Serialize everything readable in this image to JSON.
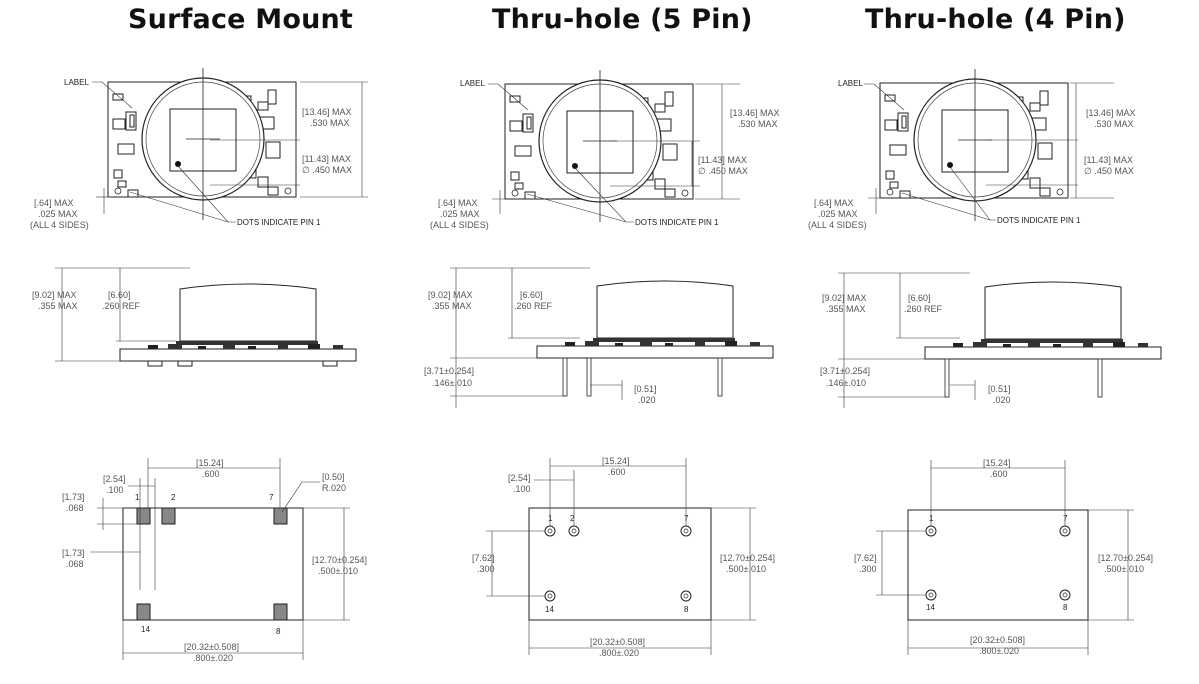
{
  "titles": [
    "Surface Mount",
    "Thru-hole (5 Pin)",
    "Thru-hole (4 Pin)"
  ],
  "top_view": {
    "label": "LABEL",
    "pin1_note": "DOTS INDICATE PIN 1",
    "height_mm": "[13.46] MAX",
    "height_in": ".530 MAX",
    "dia_mm": "[11.43] MAX",
    "dia_in": "∅ .450 MAX",
    "edge_mm": "[.64] MAX",
    "edge_in": ".025 MAX",
    "edge_note": "(ALL 4 SIDES)"
  },
  "side_view": {
    "total_mm": "[9.02] MAX",
    "total_in": ".355 MAX",
    "can_mm": "[6.60]",
    "can_in": ".260 REF",
    "pin_len_mm": "[3.71±0.254]",
    "pin_len_in": ".146±.010",
    "pin_dia_mm": "[0.51]",
    "pin_dia_in": ".020"
  },
  "bottom_view": {
    "span_mm": "[15.24]",
    "span_in": ".600",
    "pitch_mm": "[2.54]",
    "pitch_in": ".100",
    "radius_mm": "[0.50]",
    "radius_in": "R.020",
    "pad_mm": "[1.73]",
    "pad_in": ".068",
    "vert_mm": "[7.62]",
    "vert_in": ".300",
    "height_mm": "[12.70±0.254]",
    "height_in": ".500±.010",
    "width_mm": "[20.32±0.508]",
    "width_in": ".800±.020",
    "pins": {
      "p1": "1",
      "p2": "2",
      "p7": "7",
      "p14": "14",
      "p8": "8"
    }
  }
}
